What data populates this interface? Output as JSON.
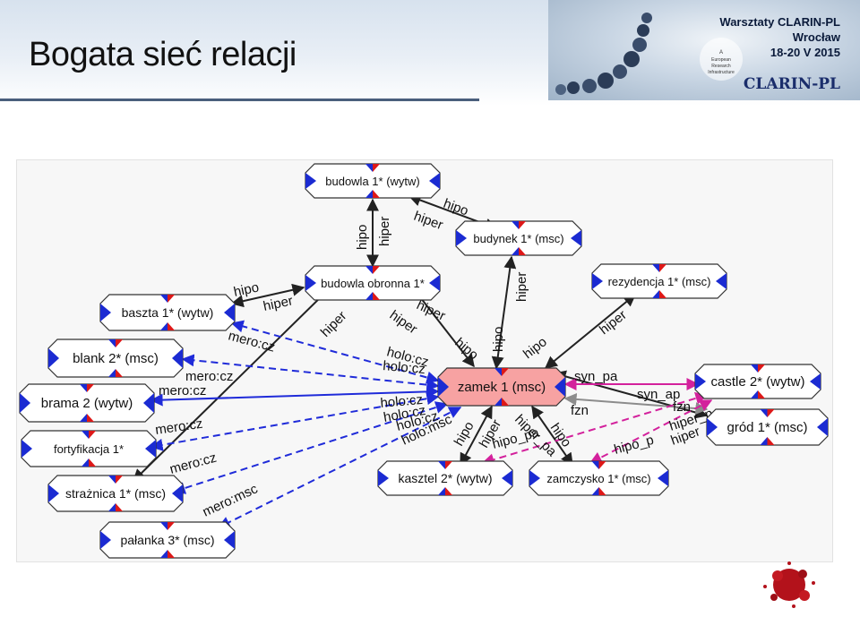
{
  "slide": {
    "title": "Bogata sieć relacji"
  },
  "conference": {
    "line1": "Warsztaty CLARIN-PL",
    "line2": "Wrocław",
    "line3": "18-20 V 2015",
    "logo_text": "CLARIN-PL",
    "eu_text": "A European Research Infrastructure"
  },
  "graph": {
    "nodes": [
      {
        "id": "budowla",
        "label": "budowla 1* (wytw)"
      },
      {
        "id": "budynek",
        "label": "budynek 1* (msc)"
      },
      {
        "id": "obronna",
        "label": "budowla obronna 1*"
      },
      {
        "id": "rezydencja",
        "label": "rezydencja 1* (msc)"
      },
      {
        "id": "baszta",
        "label": "baszta 1* (wytw)"
      },
      {
        "id": "blank",
        "label": "blank 2* (msc)"
      },
      {
        "id": "brama",
        "label": "brama 2 (wytw)"
      },
      {
        "id": "fortyfikacja",
        "label": "fortyfikacja 1*"
      },
      {
        "id": "straznica",
        "label": "strażnica 1* (msc)"
      },
      {
        "id": "palanka",
        "label": "pałanka 3* (msc)"
      },
      {
        "id": "zamek",
        "label": "zamek 1 (msc)"
      },
      {
        "id": "castle",
        "label": "castle 2* (wytw)"
      },
      {
        "id": "grod",
        "label": "gród 1* (msc)"
      },
      {
        "id": "kasztel",
        "label": "kasztel 2* (wytw)"
      },
      {
        "id": "zamczysko",
        "label": "zamczysko 1* (msc)"
      }
    ],
    "edge_labels": {
      "hipo": "hipo",
      "hiper": "hiper",
      "mero": "mero:cz",
      "holo": "holo:cz",
      "holo_msc": "holo:msc",
      "mero_msc": "mero:msc",
      "syn_pa": "syn_pa",
      "syn_ap": "syn_ap",
      "fzn": "fzn",
      "hipo_pa": "hipo_pa",
      "hiper_pa": "hiper_pa",
      "hipo_p": "hipo_p",
      "hiper_p": "hiper_p"
    }
  },
  "colors": {
    "blue_edge": "#1f2bd9",
    "magenta_edge": "#d3219c",
    "gray_edge": "#8c8c8c",
    "zamek_fill": "#f7a2a2",
    "node_fill": "#ffffff",
    "corner_blue": "#1b2bd2",
    "corner_red": "#dd1818"
  }
}
